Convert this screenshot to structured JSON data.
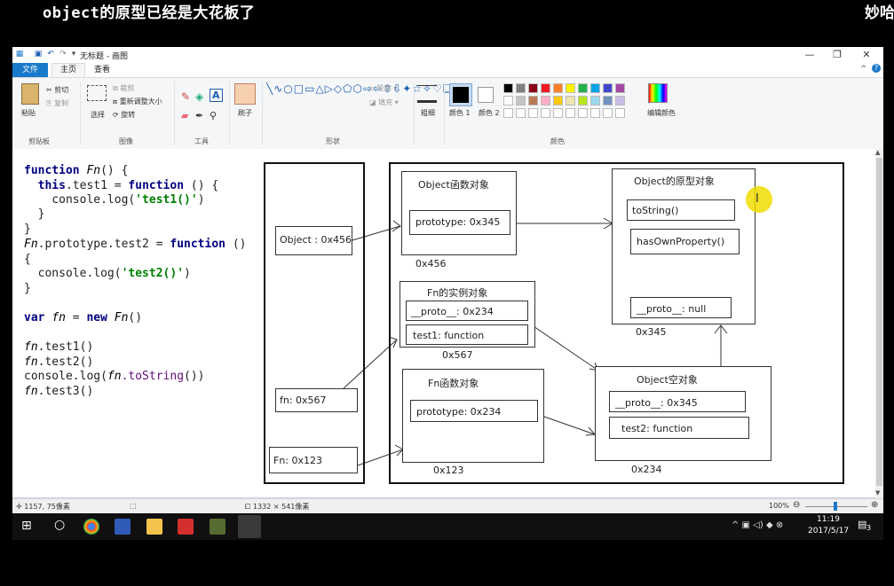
{
  "overlay": {
    "title": "object的原型已经是大花板了",
    "right_text": "妙哈"
  },
  "window": {
    "title": "无标题 - 画图",
    "controls": {
      "minimize": "—",
      "maximize": "❐",
      "close": "✕"
    }
  },
  "tabs": [
    {
      "label": "文件"
    },
    {
      "label": "主页"
    },
    {
      "label": "查看"
    }
  ],
  "ribbon": {
    "clipboard": {
      "paste": "粘贴",
      "cut": "剪切",
      "copy": "复制",
      "group": "剪贴板"
    },
    "image": {
      "select": "选择",
      "crop": "裁剪",
      "resize": "重新调整大小",
      "rotate": "旋转",
      "group": "图像"
    },
    "tools": {
      "group": "工具"
    },
    "brushes": {
      "label": "刷子"
    },
    "shapes": {
      "outline": "轮廓",
      "fill": "填充",
      "group": "形状"
    },
    "size": {
      "label": "粗细"
    },
    "colors": {
      "color1": "颜色 1",
      "color2": "颜色 2",
      "edit": "编辑颜色",
      "group": "颜色",
      "palette_row1": [
        "#000000",
        "#7f7f7f",
        "#880015",
        "#ed1c24",
        "#ff7f27",
        "#fff200",
        "#22b14c",
        "#00a2e8",
        "#3f48cc",
        "#a349a4"
      ],
      "palette_row2": [
        "#ffffff",
        "#c3c3c3",
        "#b97a57",
        "#ffaec9",
        "#ffc90e",
        "#efe4b0",
        "#b5e61d",
        "#99d9ea",
        "#7092be",
        "#c8bfe7"
      ]
    }
  },
  "code": {
    "l1a": "function ",
    "l1b": "Fn",
    "l1c": "() {",
    "l2a": "  this",
    "l2b": ".test1 = ",
    "l2c": "function",
    "l2d": " () {",
    "l3a": "    console.log(",
    "l3b": "'test1()'",
    "l3c": ")",
    "l4": "  }",
    "l5": "}",
    "l6a": "Fn",
    "l6b": ".prototype.test2 = ",
    "l6c": "function",
    "l6d": " ()",
    "l7": "{",
    "l8a": "  console.log(",
    "l8b": "'test2()'",
    "l8c": ")",
    "l9": "}",
    "l10a": "var ",
    "l10b": "fn",
    "l10c": " = ",
    "l10d": "new ",
    "l10e": "Fn",
    "l10f": "()",
    "l11a": "fn",
    "l11b": ".test1()",
    "l12a": "fn",
    "l12b": ".test2()",
    "l13a": "console.log(",
    "l13b": "fn",
    "l13c": ".toString",
    "l13d": "())",
    "l14a": "fn",
    "l14b": ".test3()"
  },
  "diagram": {
    "stack": {
      "object": "Object : 0x456",
      "fn": "fn: 0x567",
      "Fn": "Fn: 0x123"
    },
    "object_func": {
      "title": "Object函数对象",
      "prop": "prototype: 0x345",
      "addr": "0x456"
    },
    "object_proto": {
      "title": "Object的原型对象",
      "toString": "toString()",
      "hasOwn": "hasOwnProperty()",
      "proto": "__proto__: null",
      "addr": "0x345"
    },
    "fn_instance": {
      "title": "Fn的实例对象",
      "proto": "__proto__: 0x234",
      "test1": "test1: function",
      "addr": "0x567"
    },
    "fn_func": {
      "title": "Fn函数对象",
      "prop": "prototype: 0x234",
      "addr": "0x123"
    },
    "object_empty": {
      "title": "Object空对象",
      "proto": "__proto__: 0x345",
      "test2": "test2: function",
      "addr": "0x234"
    }
  },
  "statusbar": {
    "cursor": "1157, 75像素",
    "size": "1332 × 541像素",
    "zoom": "100%"
  },
  "taskbar": {
    "time": "11:19",
    "date": "2017/5/17",
    "notif": "3"
  }
}
